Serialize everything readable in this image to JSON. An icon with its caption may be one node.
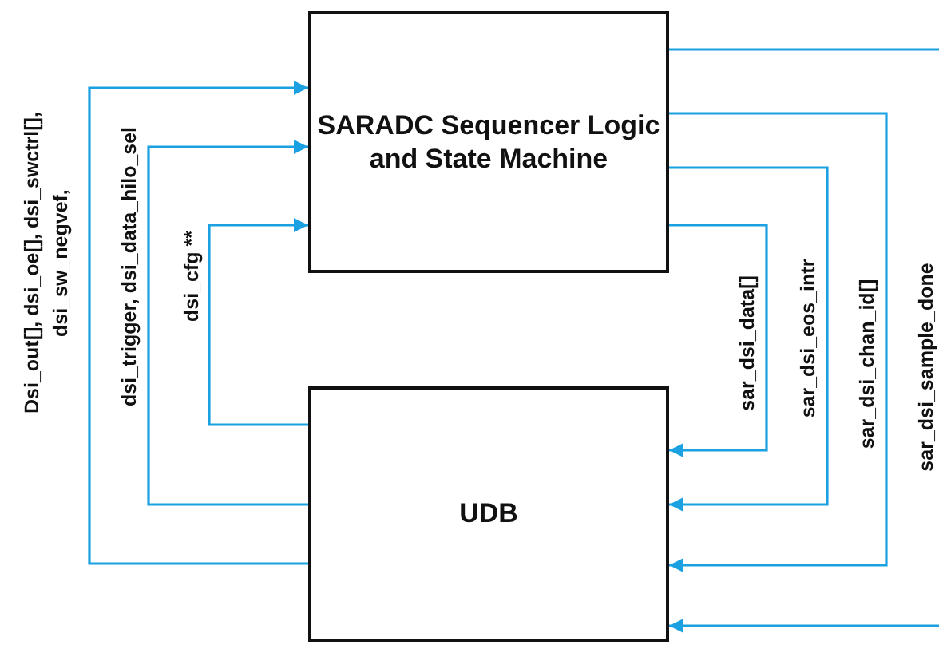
{
  "diagram": {
    "nodes": [
      {
        "text": [
          "SARADC Sequencer Logic and State Machine"
        ]
      },
      {
        "text": [
          "UDB"
        ]
      }
    ],
    "edges": [
      {
        "from": 1,
        "to": 0,
        "arrow": "to",
        "label": "Dsi_out[], dsi_oe[], dsi_swctrl[], dsi_sw_negvef,"
      },
      {
        "from": 1,
        "to": 0,
        "arrow": "to",
        "label": "dsi_trigger, dsi_data_hilo_sel"
      },
      {
        "from": 1,
        "to": 0,
        "arrow": "to",
        "label": "dsi_cfg **"
      },
      {
        "from": 0,
        "to": null,
        "arrow": "none"
      },
      {
        "from": 0,
        "to": 1,
        "arrow": "to",
        "label": "sar_dsi_chan_id[]"
      },
      {
        "from": 0,
        "to": 1,
        "arrow": "to",
        "label": "sar_dsi_eos_intr"
      },
      {
        "from": 0,
        "to": 1,
        "arrow": "to",
        "label": "sar_dsi_data[]"
      },
      {
        "from": null,
        "to": 1,
        "arrow": "to"
      }
    ],
    "labels": [
      "sar_dsi_sample_done"
    ]
  }
}
